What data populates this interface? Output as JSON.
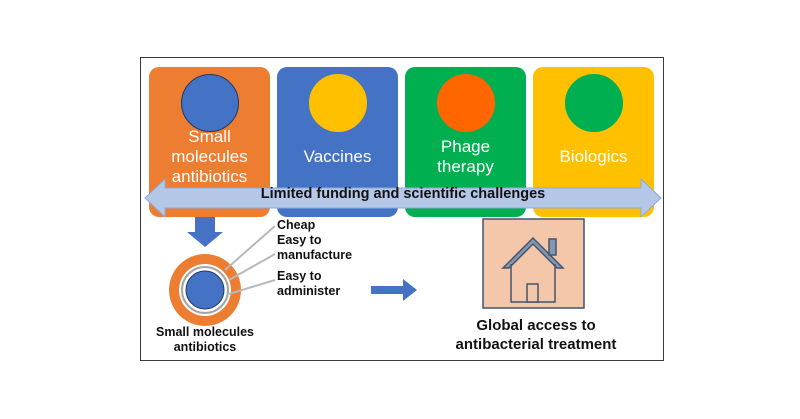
{
  "cards": [
    {
      "label": "Small molecules antibiotics",
      "lines": [
        "Small",
        "molecules",
        "antibiotics"
      ],
      "bg": "#ED7D31",
      "dot": "#4472C4",
      "dot_border": "#1f3864"
    },
    {
      "label": "Vaccines",
      "lines": [
        "Vaccines"
      ],
      "bg": "#4472C4",
      "dot": "#FFC000",
      "dot_border": "#FFC000"
    },
    {
      "label": "Phage therapy",
      "lines": [
        "Phage",
        "therapy"
      ],
      "bg": "#00B050",
      "dot": "#FF6600",
      "dot_border": "#FF6600"
    },
    {
      "label": "Biologics",
      "lines": [
        "Biologics"
      ],
      "bg": "#FFC000",
      "dot": "#00B050",
      "dot_border": "#00B050"
    }
  ],
  "banner": {
    "text": "Limited funding and scientific challenges",
    "fill": "#B4C7E7"
  },
  "features": [
    "Cheap",
    "Easy to manufacture",
    "Easy to administer"
  ],
  "features_lines": [
    [
      "Cheap"
    ],
    [
      "Easy to",
      "manufacture"
    ],
    [
      "Easy to",
      "administer"
    ]
  ],
  "left_caption": [
    "Small molecules",
    "antibiotics"
  ],
  "right_caption": [
    "Global access to",
    "antibacterial treatment"
  ],
  "colors": {
    "arrow_blue": "#4472C4",
    "house_bg": "#F4C7AA",
    "house_line": "#44546A"
  }
}
